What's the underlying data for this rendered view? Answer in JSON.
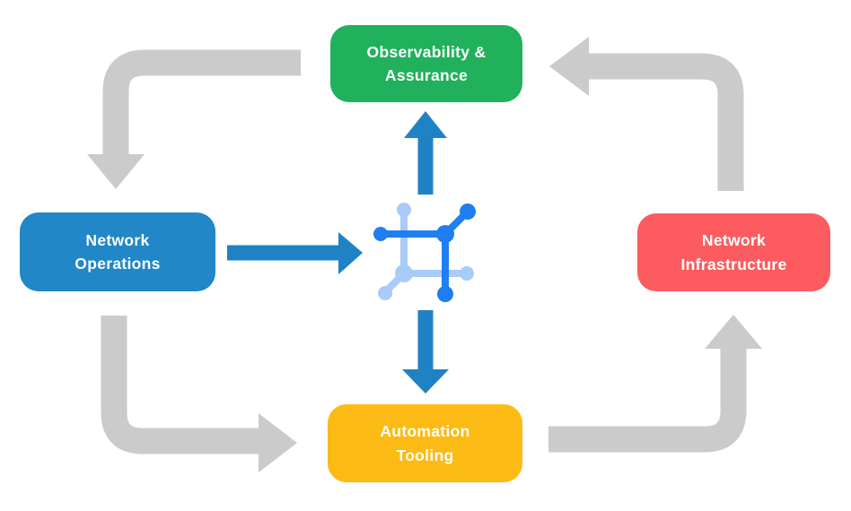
{
  "diagram": {
    "nodes": {
      "observability": {
        "label": "Observability &\nAssurance",
        "color": "#21B05B"
      },
      "operations": {
        "label": "Network\nOperations",
        "color": "#2187C7"
      },
      "infrastructure": {
        "label": "Network\nInfrastructure",
        "color": "#FC5C5F"
      },
      "automation": {
        "label": "Automation\nTooling",
        "color": "#FCBB14"
      }
    },
    "colors": {
      "cycle_arrow": "#CBCBCB",
      "flow_arrow": "#1F82C5",
      "icon_primary": "#1F7FF0",
      "icon_secondary": "#A9CBF7",
      "label_text": "#FFFFFF",
      "background": "#FFFFFF"
    },
    "icon": {
      "name": "network-mesh-icon"
    }
  }
}
